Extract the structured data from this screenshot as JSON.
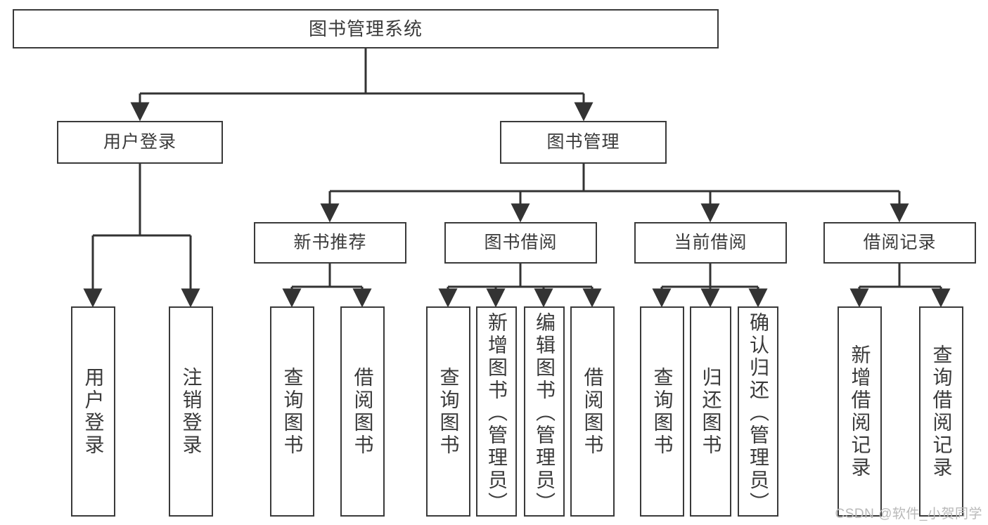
{
  "diagram": {
    "title": "图书管理系统",
    "type": "tree-hierarchy",
    "watermark": "CSDN @软件_小贺同学",
    "colors": {
      "box_border": "#3a3a3a",
      "box_fill": "#ffffff",
      "text": "#3a3a3a",
      "connector": "#333333",
      "watermark": "#b9b9b9"
    }
  },
  "nodes": {
    "root": {
      "label": "图书管理系统"
    },
    "level2": [
      {
        "id": "user-login",
        "label": "用户登录"
      },
      {
        "id": "book-management",
        "label": "图书管理"
      }
    ],
    "level3": [
      {
        "id": "new-book-recommend",
        "label": "新书推荐"
      },
      {
        "id": "book-borrow",
        "label": "图书借阅"
      },
      {
        "id": "current-borrow",
        "label": "当前借阅"
      },
      {
        "id": "borrow-record",
        "label": "借阅记录"
      }
    ],
    "leaves": {
      "user_login": [
        {
          "id": "leaf-user-login",
          "label": "用户登录"
        },
        {
          "id": "leaf-user-logout",
          "label": "注销登录"
        }
      ],
      "new_book_recommend": [
        {
          "id": "leaf-query-book-1",
          "label": "查询图书"
        },
        {
          "id": "leaf-borrow-book-1",
          "label": "借阅图书"
        }
      ],
      "book_borrow": [
        {
          "id": "leaf-query-book-2",
          "label": "查询图书"
        },
        {
          "id": "leaf-add-book-admin",
          "label": "新增图书（管理员）"
        },
        {
          "id": "leaf-edit-book-admin",
          "label": "编辑图书（管理员）"
        },
        {
          "id": "leaf-borrow-book-2",
          "label": "借阅图书"
        }
      ],
      "current_borrow": [
        {
          "id": "leaf-query-book-3",
          "label": "查询图书"
        },
        {
          "id": "leaf-return-book",
          "label": "归还图书"
        },
        {
          "id": "leaf-confirm-return-admin",
          "label": "确认归还（管理员）"
        }
      ],
      "borrow_record": [
        {
          "id": "leaf-add-borrow-record",
          "label": "新增借阅记录"
        },
        {
          "id": "leaf-query-borrow-record",
          "label": "查询借阅记录"
        }
      ]
    }
  }
}
